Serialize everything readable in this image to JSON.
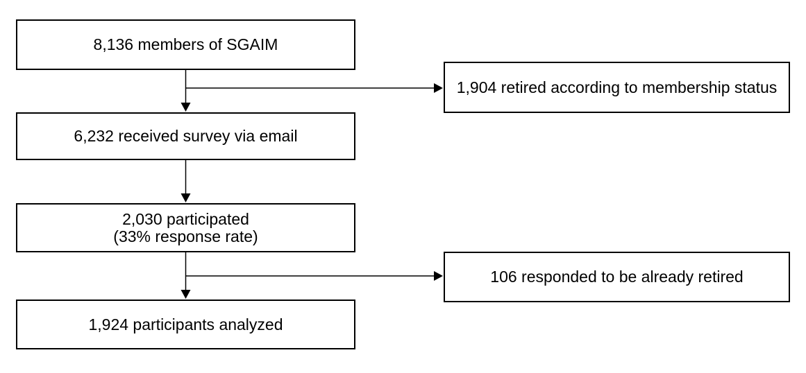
{
  "diagram": {
    "title": "participant-flow-diagram",
    "boxes": {
      "members": {
        "label": "8,136 members of SGAIM"
      },
      "received": {
        "label": "6,232 received survey via email"
      },
      "participated": {
        "line1": "2,030 participated",
        "line2": "(33% response rate)"
      },
      "analyzed": {
        "label": "1,924 participants analyzed"
      },
      "retired_membership": {
        "label": "1,904 retired according to membership status"
      },
      "retired_response": {
        "label": "106 responded to be already retired"
      }
    },
    "colors": {
      "background": "#ffffff",
      "box_fill": "#ffffff",
      "box_border": "#000000",
      "text": "#000000",
      "arrow": "#000000"
    }
  }
}
